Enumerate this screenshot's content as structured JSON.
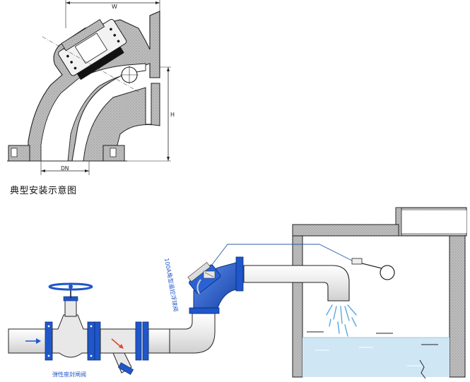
{
  "section_view": {
    "dim_top": "W",
    "dim_height": "H",
    "dim_bottom": "DN"
  },
  "caption": "典型安装示意图",
  "installation": {
    "valve_label": "100A角型遥控浮球阀",
    "gate_valve_label": "弹性座封闸阀"
  },
  "colors": {
    "valve_blue": "#1f56c9",
    "pipe_gray": "#e6e6e6",
    "water_blue": "#cfe6f5",
    "outline": "#222222",
    "leader_blue": "#2c5ea8"
  }
}
